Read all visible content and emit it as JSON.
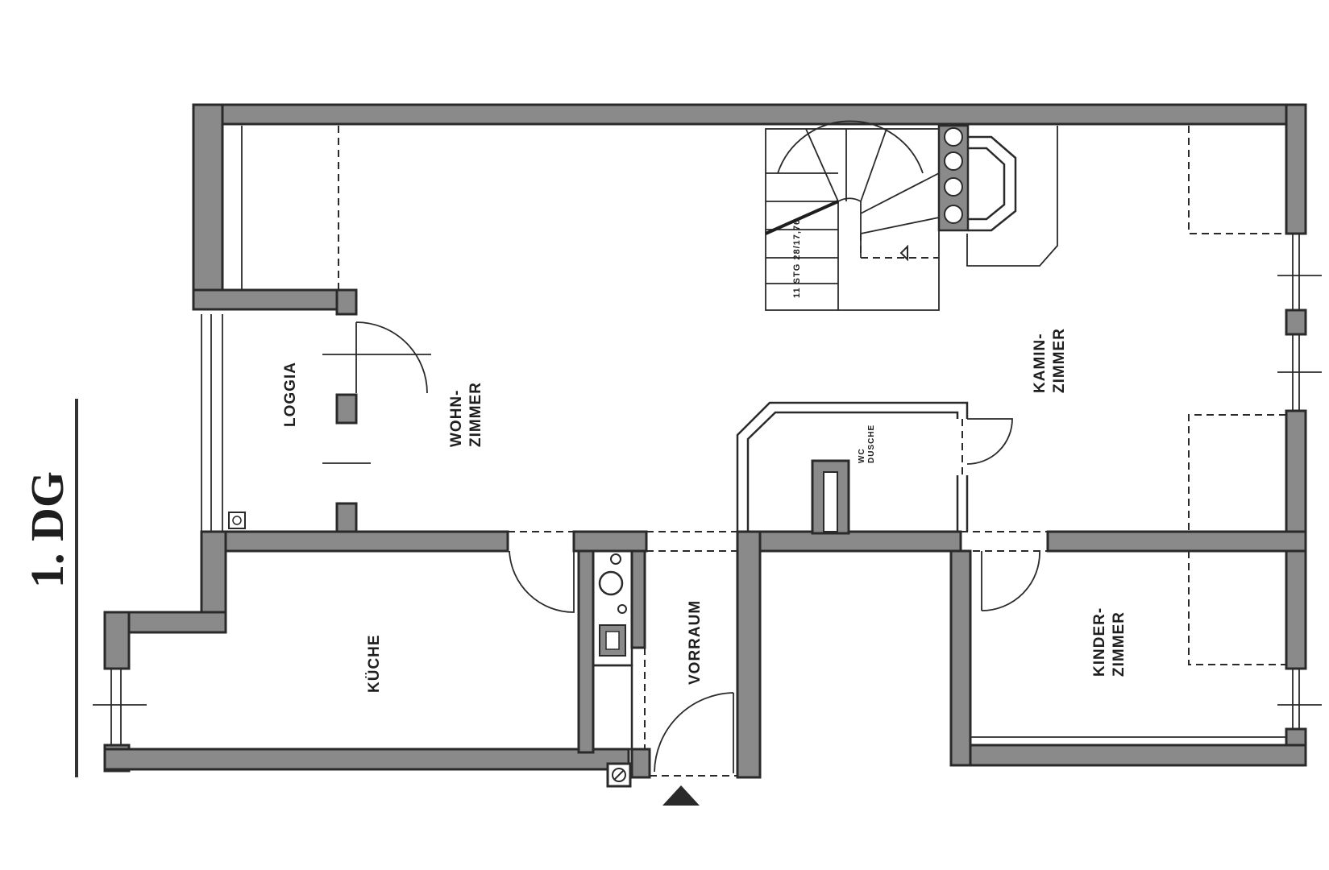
{
  "floor": {
    "title": "1. DG"
  },
  "rooms": {
    "loggia": "LOGGIA",
    "wohnzimmer": [
      "WOHN-",
      "ZIMMER"
    ],
    "kaminzimmer": [
      "KAMIN-",
      "ZIMMER"
    ],
    "wc_dusche": [
      "WC",
      "DUSCHE"
    ],
    "kueche": "KÜCHE",
    "vorraum": "VORRAUM",
    "kinderzimmer": [
      "KINDER-",
      "ZIMMER"
    ]
  },
  "stair": {
    "annotation": "11 STG 28/17,76"
  }
}
